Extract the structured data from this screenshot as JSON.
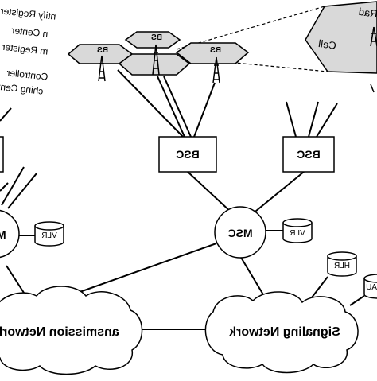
{
  "diagram": {
    "legend_lines": [
      "Identity Register",
      "Authentication Center",
      "Home Location Register",
      "Base Station Controller",
      "Mobile Switching Center"
    ],
    "legend_fragments": [
      "ntify Register",
      "n Center",
      "m Register",
      "Controller",
      "ching Center"
    ],
    "cell_label": "Cell",
    "cell_radio_label": "Rad",
    "bs_label": "BS",
    "bsc_label": "BSC",
    "msc_label": "MSC",
    "vlr_label": "VLR",
    "hlr_label": "HLR",
    "auc_label": "AU",
    "transmission_network_label": "ansmission Network",
    "signaling_network_label": "Signaling Network",
    "colors": {
      "ink": "#000000",
      "cell_fill": "#d9d9d9",
      "background": "#ffffff"
    }
  }
}
